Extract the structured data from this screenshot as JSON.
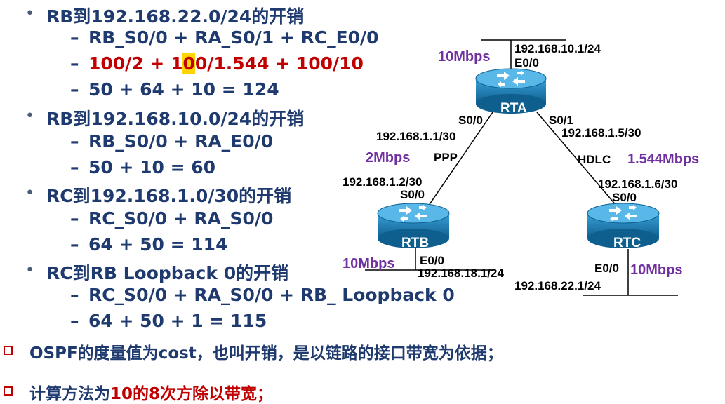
{
  "items": [
    {
      "text": "RB到192.168.22.0/24的开销",
      "subs": [
        "RB_S0/0 + RA_S0/1 + RC_E0/0",
        "100/2 + 100/1.544 + 100/10",
        "50 + 64 + 10 = 124"
      ]
    },
    {
      "text": "RB到192.168.10.0/24的开销",
      "subs": [
        "RB_S0/0 + RA_E0/0",
        "50 + 10 = 60"
      ]
    },
    {
      "text": "RC到192.168.1.0/30的开销",
      "subs": [
        "RC_S0/0 + RA_S0/0",
        "64 + 50 = 114"
      ]
    },
    {
      "text": "RC到RB Loopback 0的开销",
      "subs": [
        "RC_S0/0 + RA_S0/0 + RB_ Loopback 0",
        "64 + 50 + 1 = 115"
      ]
    }
  ],
  "red_line": {
    "part1": "100/2 + 1",
    "highlight": "0",
    "part2": "0/1.544 + 100/10"
  },
  "bottom": {
    "line1": "OSPF的度量值为cost，也叫开销，是以链路的接口带宽为依据；",
    "line2_a": "计算方法为",
    "line2_b": "10的8次方除以带宽；"
  },
  "colors": {
    "text": "#1f3a6e",
    "red": "#c00000",
    "purple": "#7030a0",
    "router": "#1a7fb0"
  },
  "diagram": {
    "rta": {
      "name": "RTA",
      "bw_top": "10Mbps",
      "ip_top": "192.168.10.1/24",
      "if_top": "E0/0",
      "if_left": "S0/0",
      "ip_left": "192.168.1.1/30",
      "if_right": "S0/1",
      "ip_right": "192.168.1.5/30"
    },
    "link_ab": {
      "bw": "2Mbps",
      "proto": "PPP"
    },
    "link_ac": {
      "proto": "HDLC",
      "bw": "1.544Mbps"
    },
    "rtb": {
      "name": "RTB",
      "ip_top": "192.168.1.2/30",
      "if_top": "S0/0",
      "bw": "10Mbps",
      "if_bottom": "E0/0",
      "ip_bottom": "192.168.18.1/24"
    },
    "rtc": {
      "name": "RTC",
      "ip_top": "192.168.1.6/30",
      "if_top": "S0/0",
      "if_bottom": "E0/0",
      "bw": "10Mbps",
      "ip_bottom": "192.168.22.1/24"
    }
  }
}
